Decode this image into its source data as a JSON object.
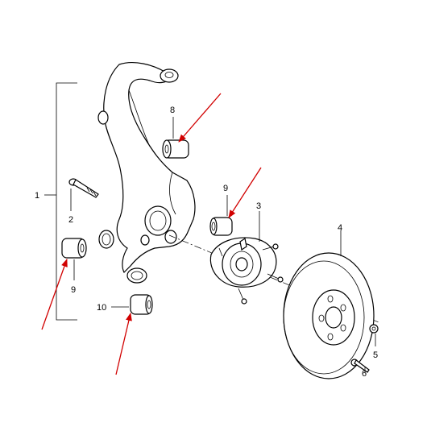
{
  "colors": {
    "line": "#000000",
    "arrow": "#d10000",
    "background": "#ffffff"
  },
  "callouts": {
    "part_1": "1",
    "part_2": "2",
    "part_3": "3",
    "part_4": "4",
    "part_5": "5",
    "part_6": "6",
    "part_8": "8",
    "part_9_upper": "9",
    "part_9_lower": "9",
    "part_10": "10"
  }
}
